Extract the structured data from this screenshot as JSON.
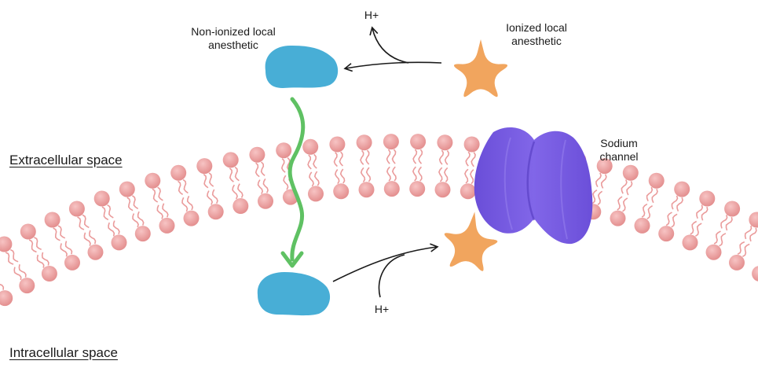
{
  "labels": {
    "extracellular": "Extracellular space",
    "intracellular": "Intracellular space",
    "non_ionized": [
      "Non-ionized local",
      "anesthetic"
    ],
    "ionized": [
      "Ionized local",
      "anesthetic"
    ],
    "sodium_channel": [
      "Sodium",
      "channel"
    ],
    "h_plus_top": "H+",
    "h_plus_bottom": "H+"
  },
  "colors": {
    "lipid_head": "#eb9a9a",
    "lipid_tail": "#ea9b9b",
    "non_ionized_molecule": "#48aed6",
    "ionized_molecule": "#f1a55e",
    "sodium_channel": "#7a5be2",
    "diffusion_arrow": "#5fc163",
    "reaction_arrow": "#1a1a1a"
  }
}
